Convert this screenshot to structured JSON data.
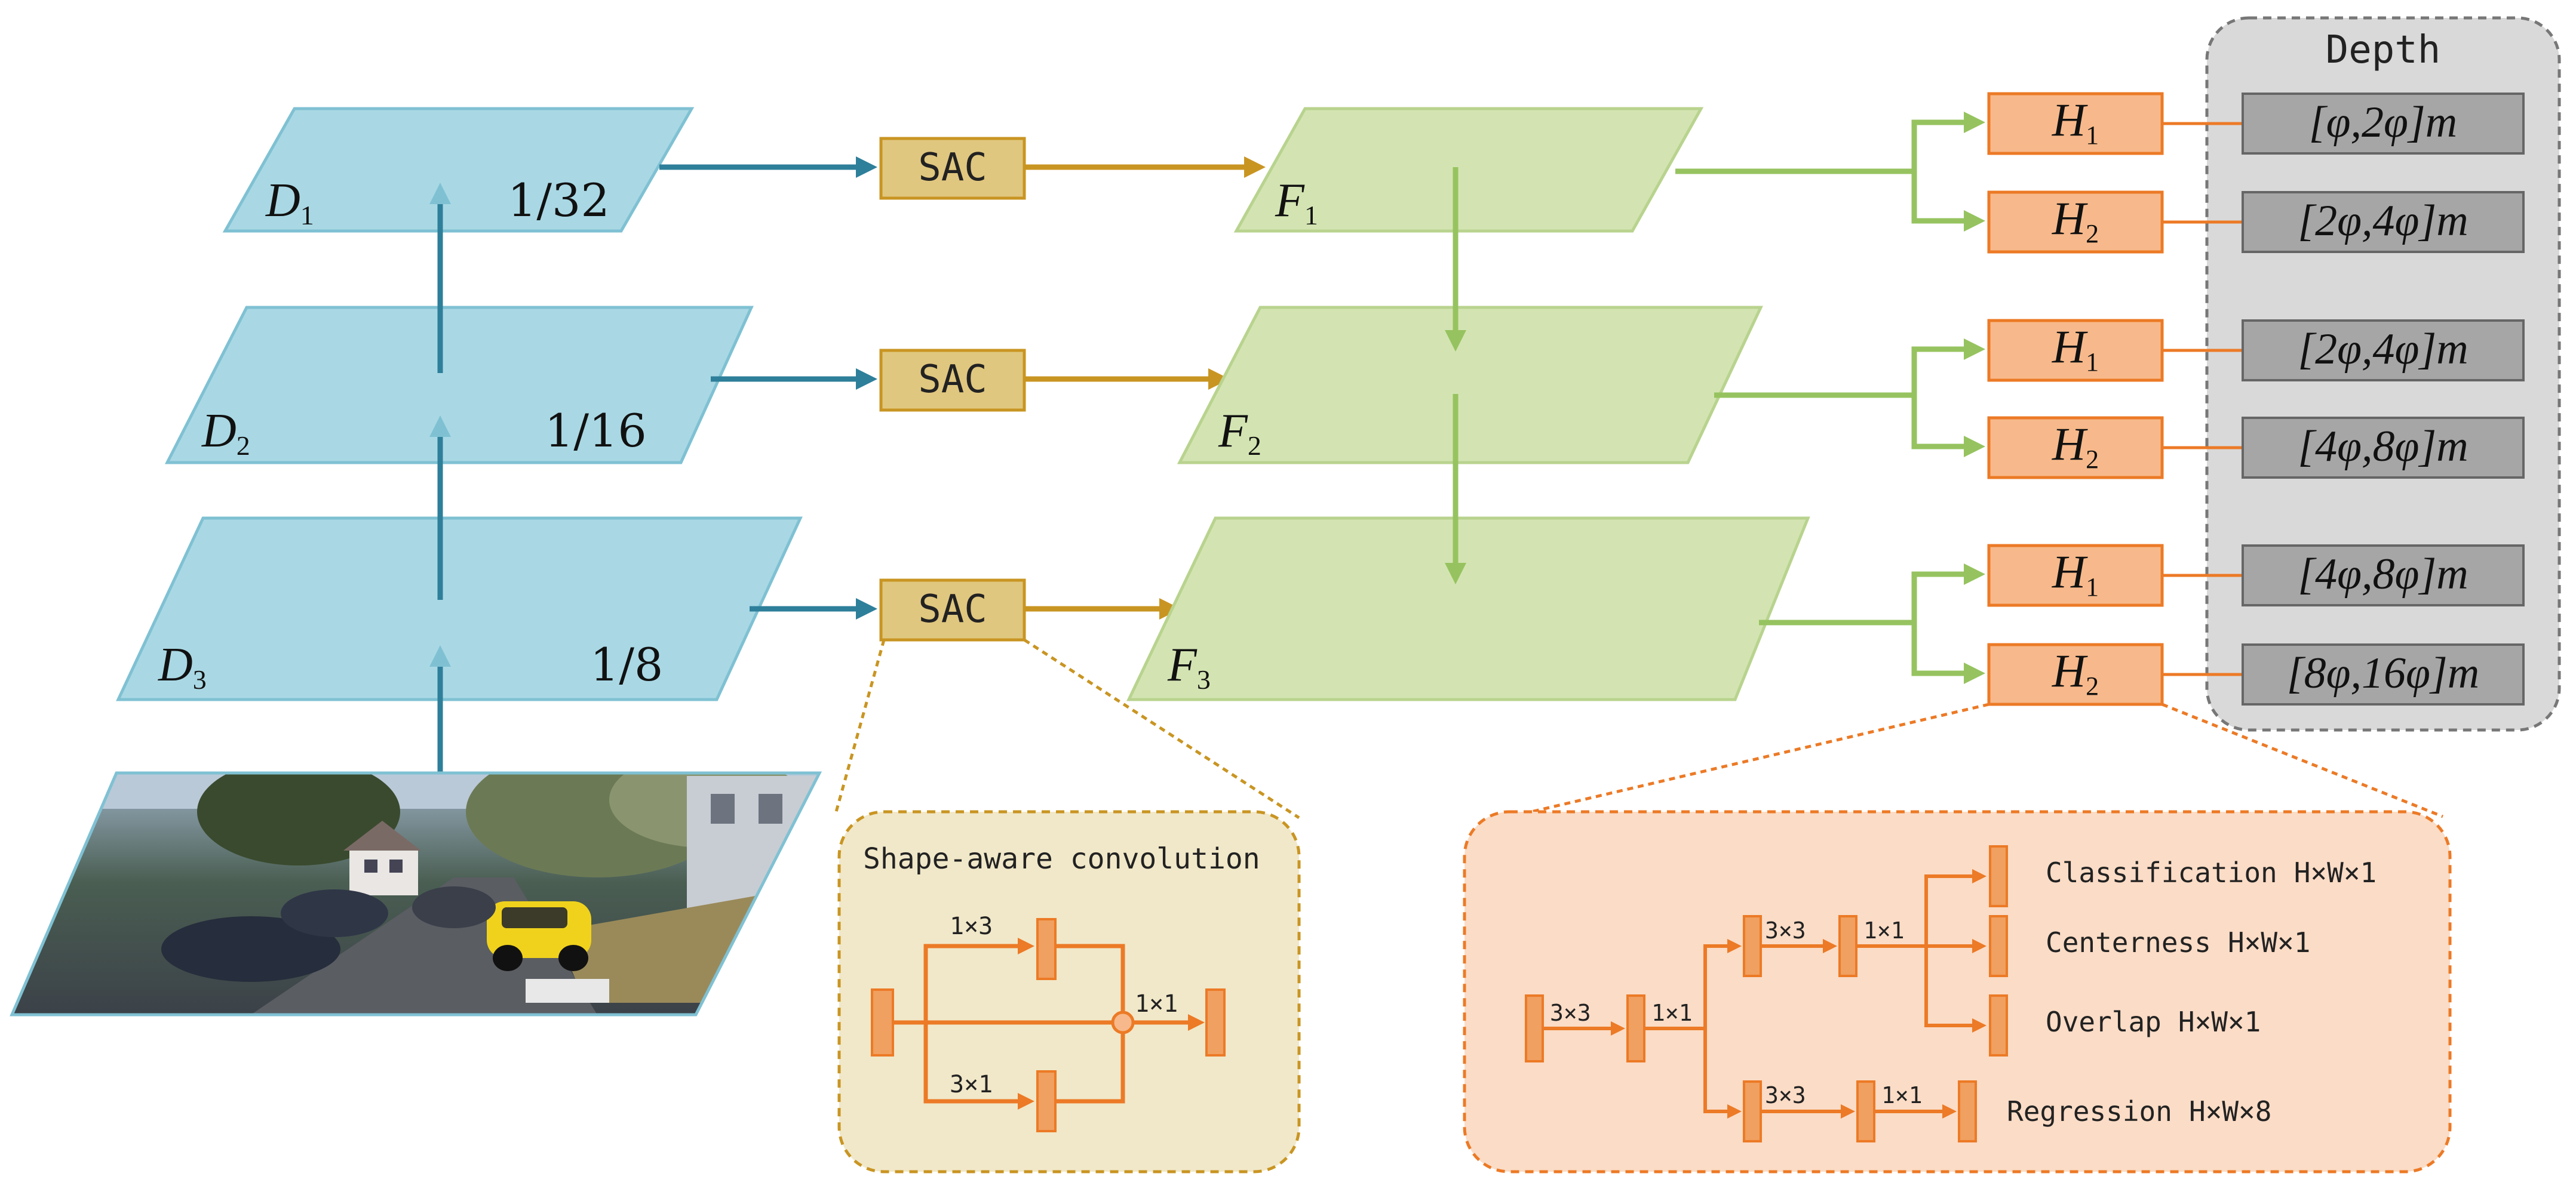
{
  "backbone": {
    "levels": [
      {
        "name": "D",
        "sub": "1",
        "scale": "1/32"
      },
      {
        "name": "D",
        "sub": "2",
        "scale": "1/16"
      },
      {
        "name": "D",
        "sub": "3",
        "scale": "1/8"
      }
    ]
  },
  "sac_label": "SAC",
  "features": [
    {
      "name": "F",
      "sub": "1"
    },
    {
      "name": "F",
      "sub": "2"
    },
    {
      "name": "F",
      "sub": "3"
    }
  ],
  "heads": [
    {
      "name": "H",
      "sub": "1"
    },
    {
      "name": "H",
      "sub": "2"
    }
  ],
  "depth": {
    "title": "Depth",
    "ranges": [
      "[φ,2φ]m",
      "[2φ,4φ]m",
      "[2φ,4φ]m",
      "[4φ,8φ]m",
      "[4φ,8φ]m",
      "[8φ,16φ]m"
    ]
  },
  "sac_detail": {
    "title": "Shape-aware convolution",
    "k13": "1×3",
    "k31": "3×1",
    "k11": "1×1"
  },
  "head_detail": {
    "k33a": "3×3",
    "k11a": "1×1",
    "k33b": "3×3",
    "k11b": "1×1",
    "k33c": "3×3",
    "k11c": "1×1",
    "outputs": [
      {
        "label": "Classification",
        "shape": "H×W×1"
      },
      {
        "label": "Centerness",
        "shape": "H×W×1"
      },
      {
        "label": "Overlap",
        "shape": "H×W×1"
      },
      {
        "label": "Regression",
        "shape": "H×W×8"
      }
    ]
  },
  "colors": {
    "backbone_fill": "#a9d8e4",
    "backbone_stroke": "#7fc1d3",
    "teal_arrow": "#2e7f9a",
    "sac_fill": "#e0c77f",
    "sac_stroke": "#c99522",
    "feature_fill": "#d3e4b2",
    "feature_arrow": "#96c35f",
    "head_fill": "#f7b98b",
    "head_stroke": "#ec7a26",
    "depth_panel": "#d9d9d9",
    "depth_box": "#a6a6a6"
  }
}
